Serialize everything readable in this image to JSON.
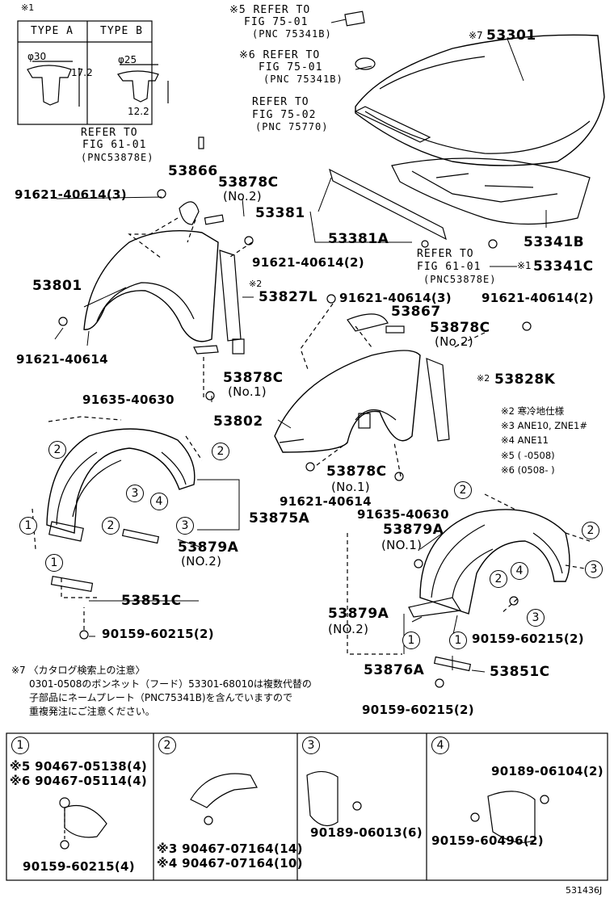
{
  "clip_table": {
    "marker": "※1",
    "type_a_header": "TYPE A",
    "type_b_header": "TYPE B",
    "type_a_diameter": "φ30",
    "type_a_height": "17.2",
    "type_b_diameter": "φ25",
    "type_b_height": "12.2"
  },
  "refs": {
    "hood_ref1_line1": "※5 REFER TO",
    "hood_ref1_line2": "FIG 75-01",
    "hood_ref1_line3": "(PNC 75341B)",
    "hood_ref2_line1": "※6 REFER TO",
    "hood_ref2_line2": "FIG 75-01",
    "hood_ref2_line3": "(PNC 75341B)",
    "hood_ref3_line1": "REFER TO",
    "hood_ref3_line2": "FIG 75-02",
    "hood_ref3_line3": "(PNC 75770)",
    "fender_ref_left_line1": "REFER TO",
    "fender_ref_left_line2": "FIG 61-01",
    "fender_ref_left_line3": "(PNC53878E)",
    "fender_ref_right_line1": "REFER TO",
    "fender_ref_right_line2": "FIG 61-01",
    "fender_ref_right_line3": "(PNC53878E)"
  },
  "parts": {
    "p53301": "53301",
    "p53301_mark": "※7",
    "p53381": "53381",
    "p53381A": "53381A",
    "p53341B": "53341B",
    "p53341C": "53341C",
    "p53341C_mark": "※1",
    "p53866": "53866",
    "p53878C_top": "53878C",
    "p53878C_top_sub": "(No.2)",
    "p91621_3_top": "91621-40614(3)",
    "p91621_2_mid": "91621-40614(2)",
    "p53801": "53801",
    "p53827L": "53827L",
    "p53827L_mark": "※2",
    "p91621_3_mid": "91621-40614(3)",
    "p91621_2_right": "91621-40614(2)",
    "p53867": "53867",
    "p53878C_right": "53878C",
    "p53878C_right_sub": "(No.2)",
    "p91621_left": "91621-40614",
    "p53878C_left": "53878C",
    "p53878C_left_sub": "(No.1)",
    "p53828K": "53828K",
    "p53828K_mark": "※2",
    "p91635_left": "91635-40630",
    "p53802": "53802",
    "p53878C_center": "53878C",
    "p53878C_center_sub": "(No.1)",
    "p91621_center": "91621-40614",
    "p91635_right": "91635-40630",
    "p53875A": "53875A",
    "p53879A_left": "53879A",
    "p53879A_left_sub": "(NO.2)",
    "p53851C_left": "53851C",
    "p90159_left": "90159-60215(2)",
    "p53879A_right": "53879A",
    "p53879A_right_sub": "(NO.1)",
    "p53879A_lower": "53879A",
    "p53879A_lower_sub": "(NO.2)",
    "p90159_right": "90159-60215(2)",
    "p53876A": "53876A",
    "p53851C_right": "53851C",
    "p90159_bottom": "90159-60215(2)"
  },
  "legend": {
    "l1": "※2 寒冷地仕様",
    "l2": "※3 ANE10, ZNE1#",
    "l3": "※4 ANE11",
    "l4": "※5 ( -0508)",
    "l5": "※6 (0508- )"
  },
  "note": {
    "line1": "※7 〈カタログ検索上の注意〉",
    "line2": "0301-0508のボンネット（フード）53301-68010は複数代替の",
    "line3": "子部品にネームプレート（PNC75341B)を含んでいますので",
    "line4": "重複発注にご注意ください。"
  },
  "bottom_boxes": {
    "b1_num": "1",
    "b1_l1": "※5 90467-05138(4)",
    "b1_l2": "※6 90467-05114(4)",
    "b1_l3": "90159-60215(4)",
    "b2_num": "2",
    "b2_l1": "※3 90467-07164(14)",
    "b2_l2": "※4 90467-07164(10)",
    "b3_num": "3",
    "b3_l1": "90189-06013(6)",
    "b4_num": "4",
    "b4_l1": "90189-06104(2)",
    "b4_l2": "90159-60496(2)"
  },
  "callouts": {
    "c1": "1",
    "c2": "2",
    "c3": "3",
    "c4": "4"
  },
  "figure_id": "531436J"
}
